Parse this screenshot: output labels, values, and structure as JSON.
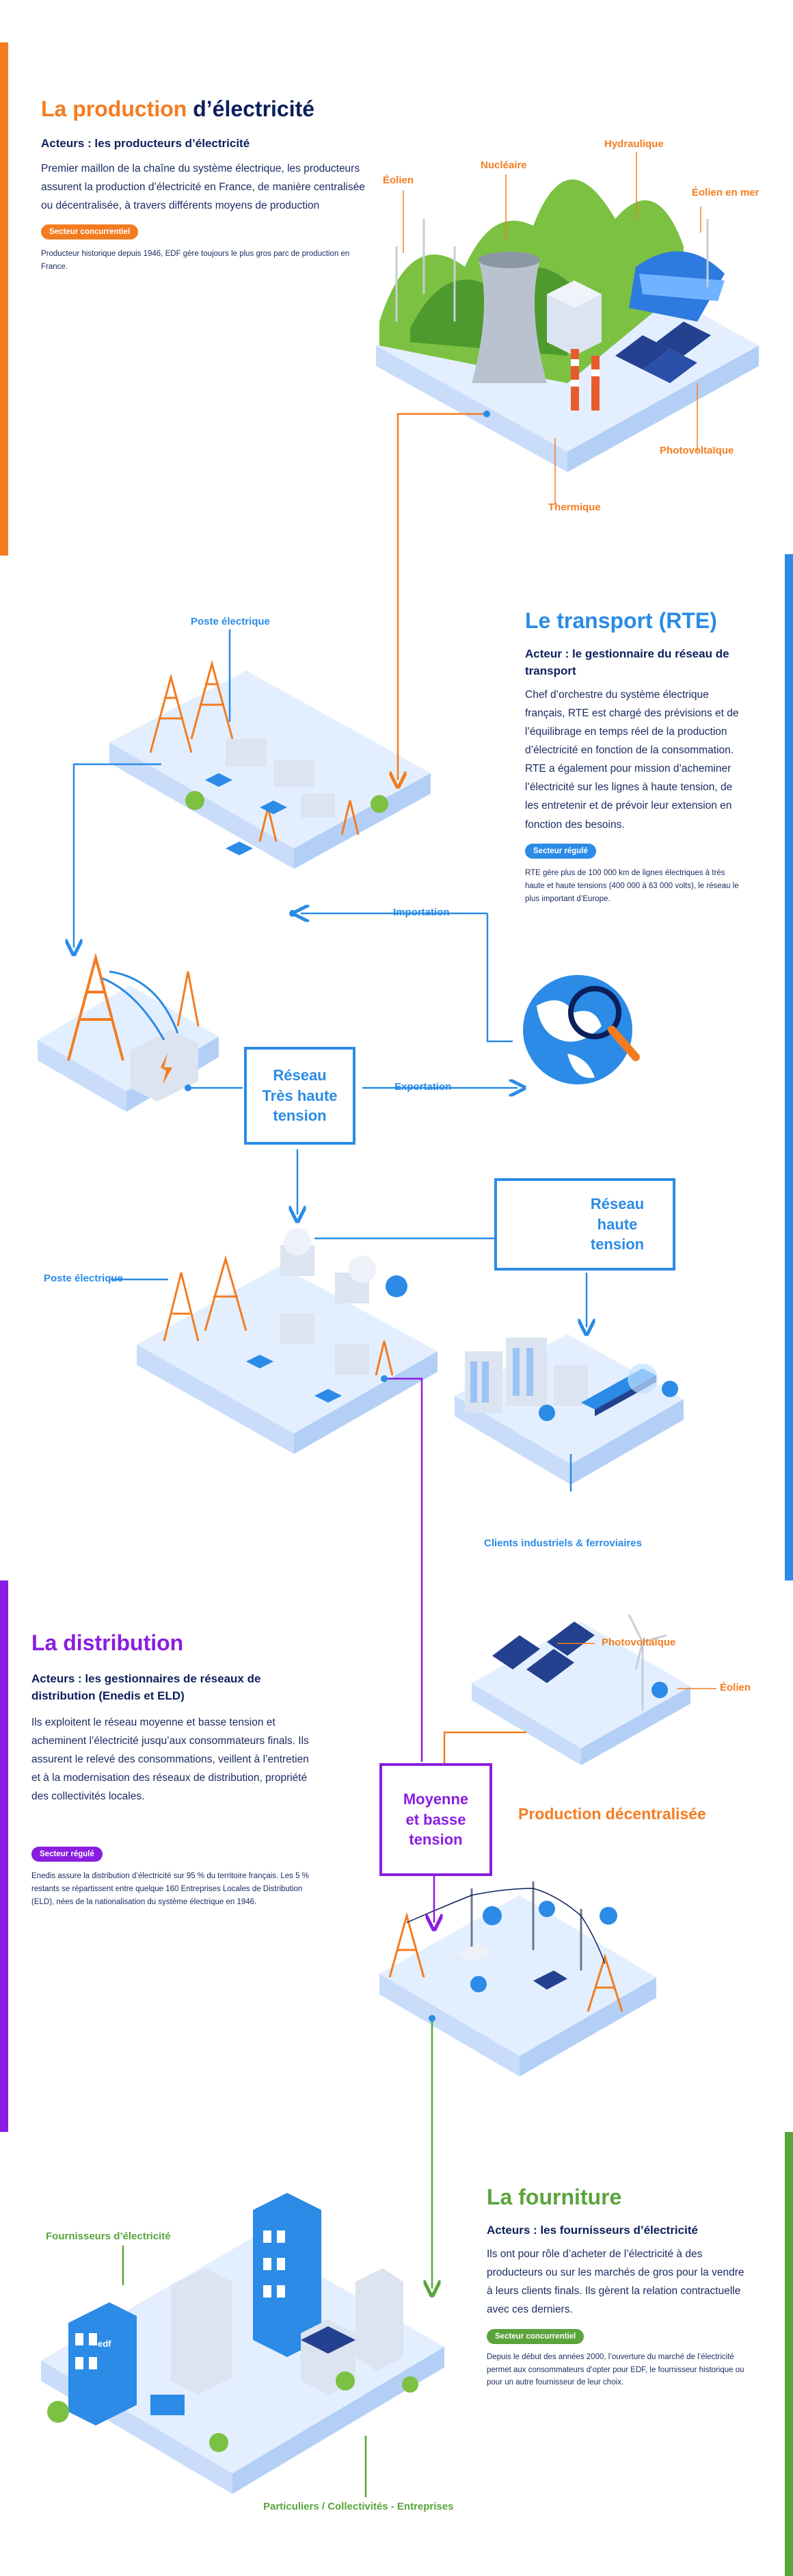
{
  "colors": {
    "production": "#f47c20",
    "transport": "#2b8be6",
    "distribution": "#8a1de0",
    "fourniture": "#5aa43c",
    "navy": "#0b1f5b"
  },
  "production": {
    "title_part1": "La production",
    "title_part2": " d’électricité",
    "actors": "Acteurs : les producteurs d’électricité",
    "body": "Premier maillon de la chaîne du système électrique, les producteurs assurent la production d’électricité en France, de manière centralisée ou décentralisée, à travers différents moyens de production",
    "badge": "Secteur concurrentiel",
    "note": "Producteur historique depuis 1946, EDF gère toujours le plus gros parc de production en France.",
    "labels": {
      "eolien": "Éolien",
      "nucleaire": "Nucléaire",
      "hydraulique": "Hydraulique",
      "eolien_mer": "Éolien en mer",
      "photovoltaique": "Photovoltaïque",
      "thermique": "Thermique"
    }
  },
  "transport": {
    "title": "Le transport (RTE)",
    "actors": "Acteur : le gestionnaire du réseau de transport",
    "body": "Chef d’orchestre du système électrique français, RTE est chargé des prévisions et de l’équilibrage en temps réel de la production d’électricité en fonction de la consommation. RTE a également pour mission d’acheminer l’électricité sur les lignes à haute tension, de les entretenir et de prévoir leur extension en fonction des besoins.",
    "badge": "Secteur régulé",
    "note": "RTE gère plus de 100 000 km de lignes électriques à très haute et haute tensions (400 000 à 63 000 volts), le réseau le plus important d’Europe.",
    "labels": {
      "poste1": "Poste électrique",
      "importation": "Importation",
      "exportation": "Exportation",
      "tht": "Réseau\nTrès haute\ntension",
      "ht": "Réseau\nhaute\ntension",
      "poste2": "Poste électrique",
      "clients": "Clients industriels & ferroviaires"
    }
  },
  "distribution": {
    "title": "La distribution",
    "actors": "Acteurs : les gestionnaires de réseaux de distribution (Enedis et ELD)",
    "body": "Ils exploitent le réseau moyenne et basse tension et acheminent l’électricité jusqu’aux consommateurs finals. Ils assurent le relevé des consommations, veillent à l’entretien et à la modernisation des réseaux de distribution, propriété des collectivités locales.",
    "badge": "Secteur régulé",
    "note": "Enedis assure la distribution d’électricité sur 95 % du territoire français. Les 5 % restants se répartissent entre quelque 160 Entreprises Locales de Distribution (ELD), nées de la nationalisation du système électrique en 1946.",
    "labels": {
      "photovoltaique": "Photovoltaïque",
      "eolien": "Éolien",
      "prod_decentralisee": "Production décentralisée",
      "mbt": "Moyenne\net basse\ntension"
    }
  },
  "fourniture": {
    "title": "La fourniture",
    "actors": "Acteurs : les fournisseurs d’électricité",
    "body": "Ils ont pour rôle d’acheter de l’électricité à des producteurs ou sur les marchés de gros pour la vendre à leurs clients finals. Ils gèrent la relation contractuelle avec ces derniers.",
    "badge": "Secteur concurrentiel",
    "note": "Depuis le début des années 2000, l’ouverture du marché de l’électricité permet aux consommateurs d’opter pour EDF, le fournisseur historique ou pour un autre fournisseur de leur choix.",
    "labels": {
      "fournisseurs": "Fournisseurs d’électricité",
      "particuliers": "Particuliers / Collectivités - Entreprises",
      "edf": "edf"
    }
  }
}
